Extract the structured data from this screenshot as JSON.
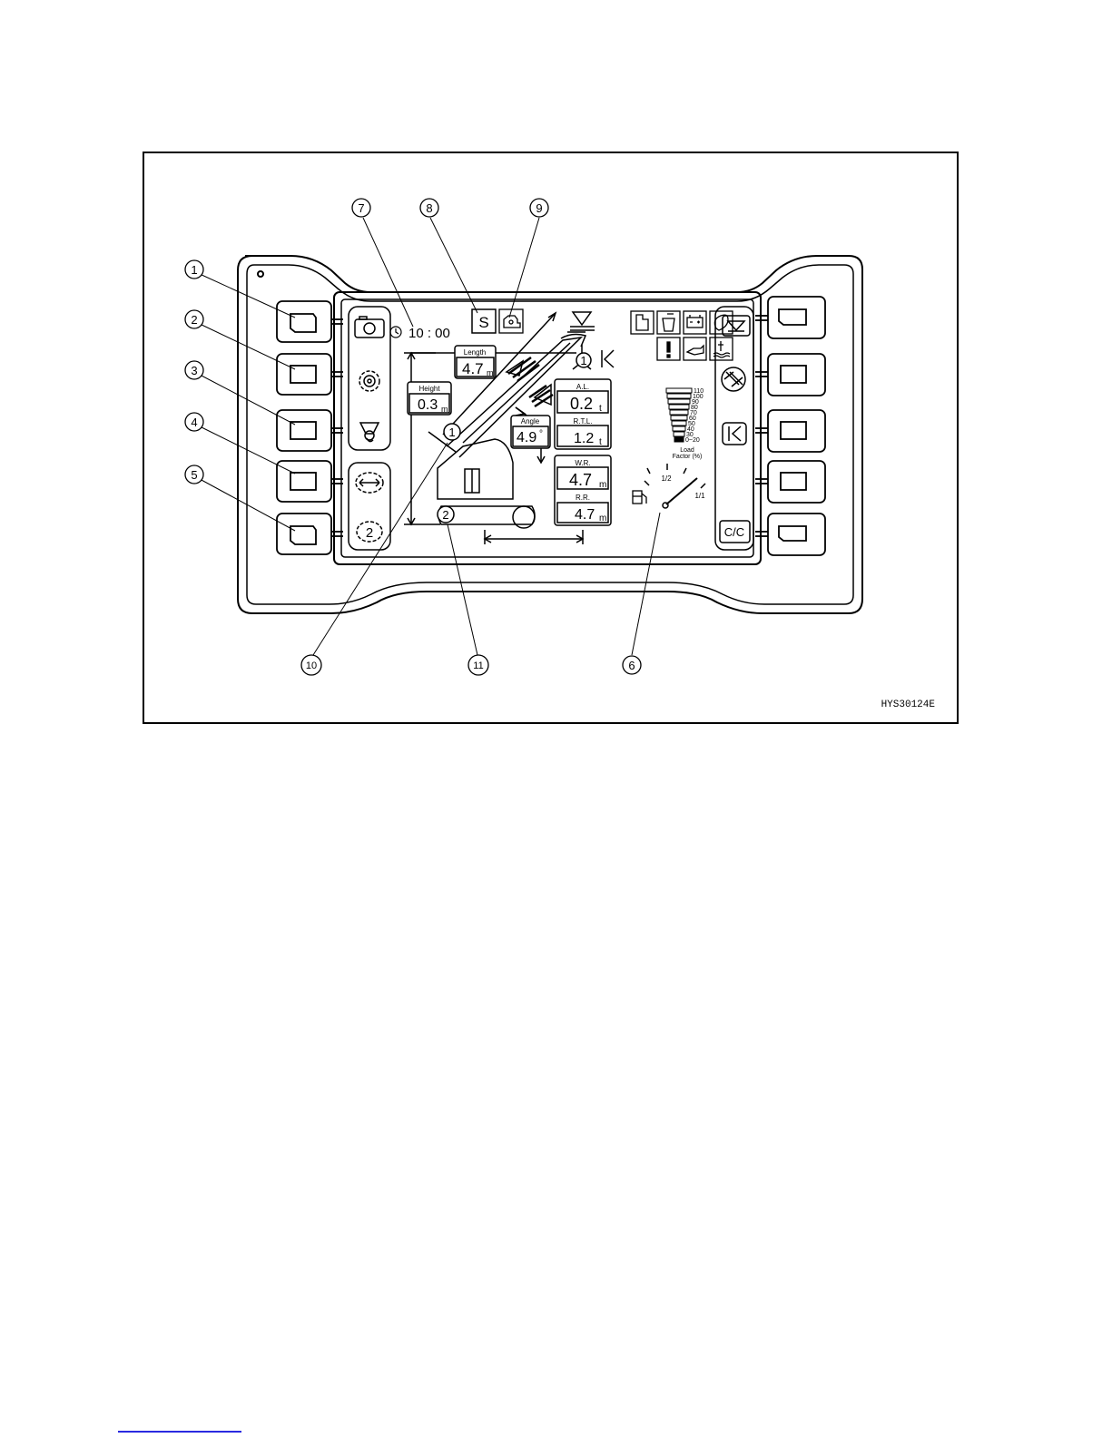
{
  "figure_code": "HYS30124E",
  "callouts": [
    "1",
    "2",
    "3",
    "4",
    "5",
    "6",
    "7",
    "8",
    "9",
    "10",
    "11"
  ],
  "clock": {
    "time": "10 : 00"
  },
  "mode_indicator": "S",
  "readouts": {
    "length": {
      "label": "Length",
      "value": "4.7",
      "unit": "m"
    },
    "height": {
      "label": "Height",
      "value": "0.3",
      "unit": "m"
    },
    "angle": {
      "label": "Angle",
      "value": "4.9",
      "unit": "°"
    },
    "al": {
      "label": "A.L.",
      "value": "0.2",
      "unit": "t"
    },
    "rtl": {
      "label": "R.T.L.",
      "value": "1.2",
      "unit": "t"
    },
    "wr": {
      "label": "W.R.",
      "value": "4.7",
      "unit": "m"
    },
    "rr": {
      "label": "R.R.",
      "value": "4.7",
      "unit": "m"
    }
  },
  "markers": {
    "boom_top": "1",
    "boom_foot": "1",
    "base": "2"
  },
  "load_factor": {
    "scale": [
      "110",
      "100",
      "90",
      "80",
      "70",
      "60",
      "50",
      "40",
      "30",
      "0~20"
    ],
    "title_line1": "Load",
    "title_line2": "Factor (%)"
  },
  "fuel_gauge": {
    "half": "1/2",
    "full": "1/1"
  },
  "right_buttons": {
    "cc_label": "C/C"
  },
  "icons": {
    "left_soft": [
      "camera-icon",
      "settings-gear-icon",
      "hook-icon",
      "swing-icon",
      "work-mode-2-icon"
    ],
    "right_soft": [
      "overload-bar-icon",
      "boom-angle-icon",
      "limit-icon"
    ],
    "warnings": [
      "hydraulic-filter-icon",
      "fuel-filter-icon",
      "battery-icon",
      "air-filter-icon",
      "warning-exclamation-icon",
      "engine-oil-icon",
      "coolant-temp-icon"
    ],
    "status": [
      "engine-icon",
      "fuel-pump-icon"
    ]
  }
}
